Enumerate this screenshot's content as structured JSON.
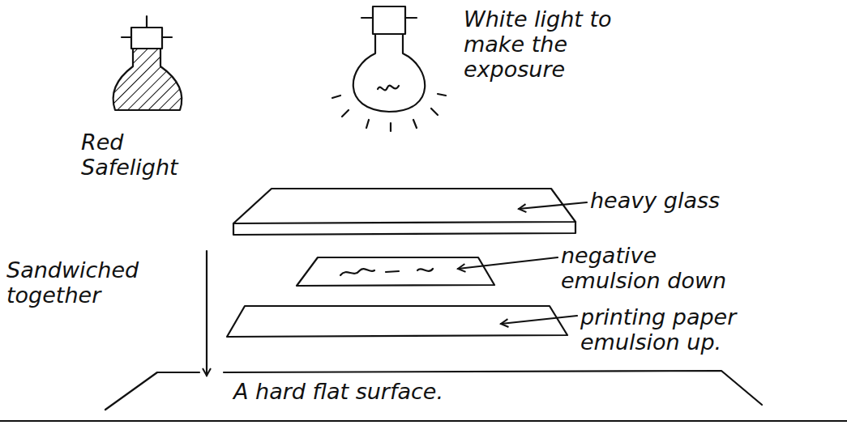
{
  "diagram": {
    "nodes": [
      {
        "text": [
          "A hard flat surface."
        ]
      }
    ],
    "labels": [
      "Red Safelight",
      "White light to make the exposure",
      "heavy glass",
      "negative emulsion down",
      "printing paper emulsion up.",
      "Sandwiched together"
    ]
  }
}
